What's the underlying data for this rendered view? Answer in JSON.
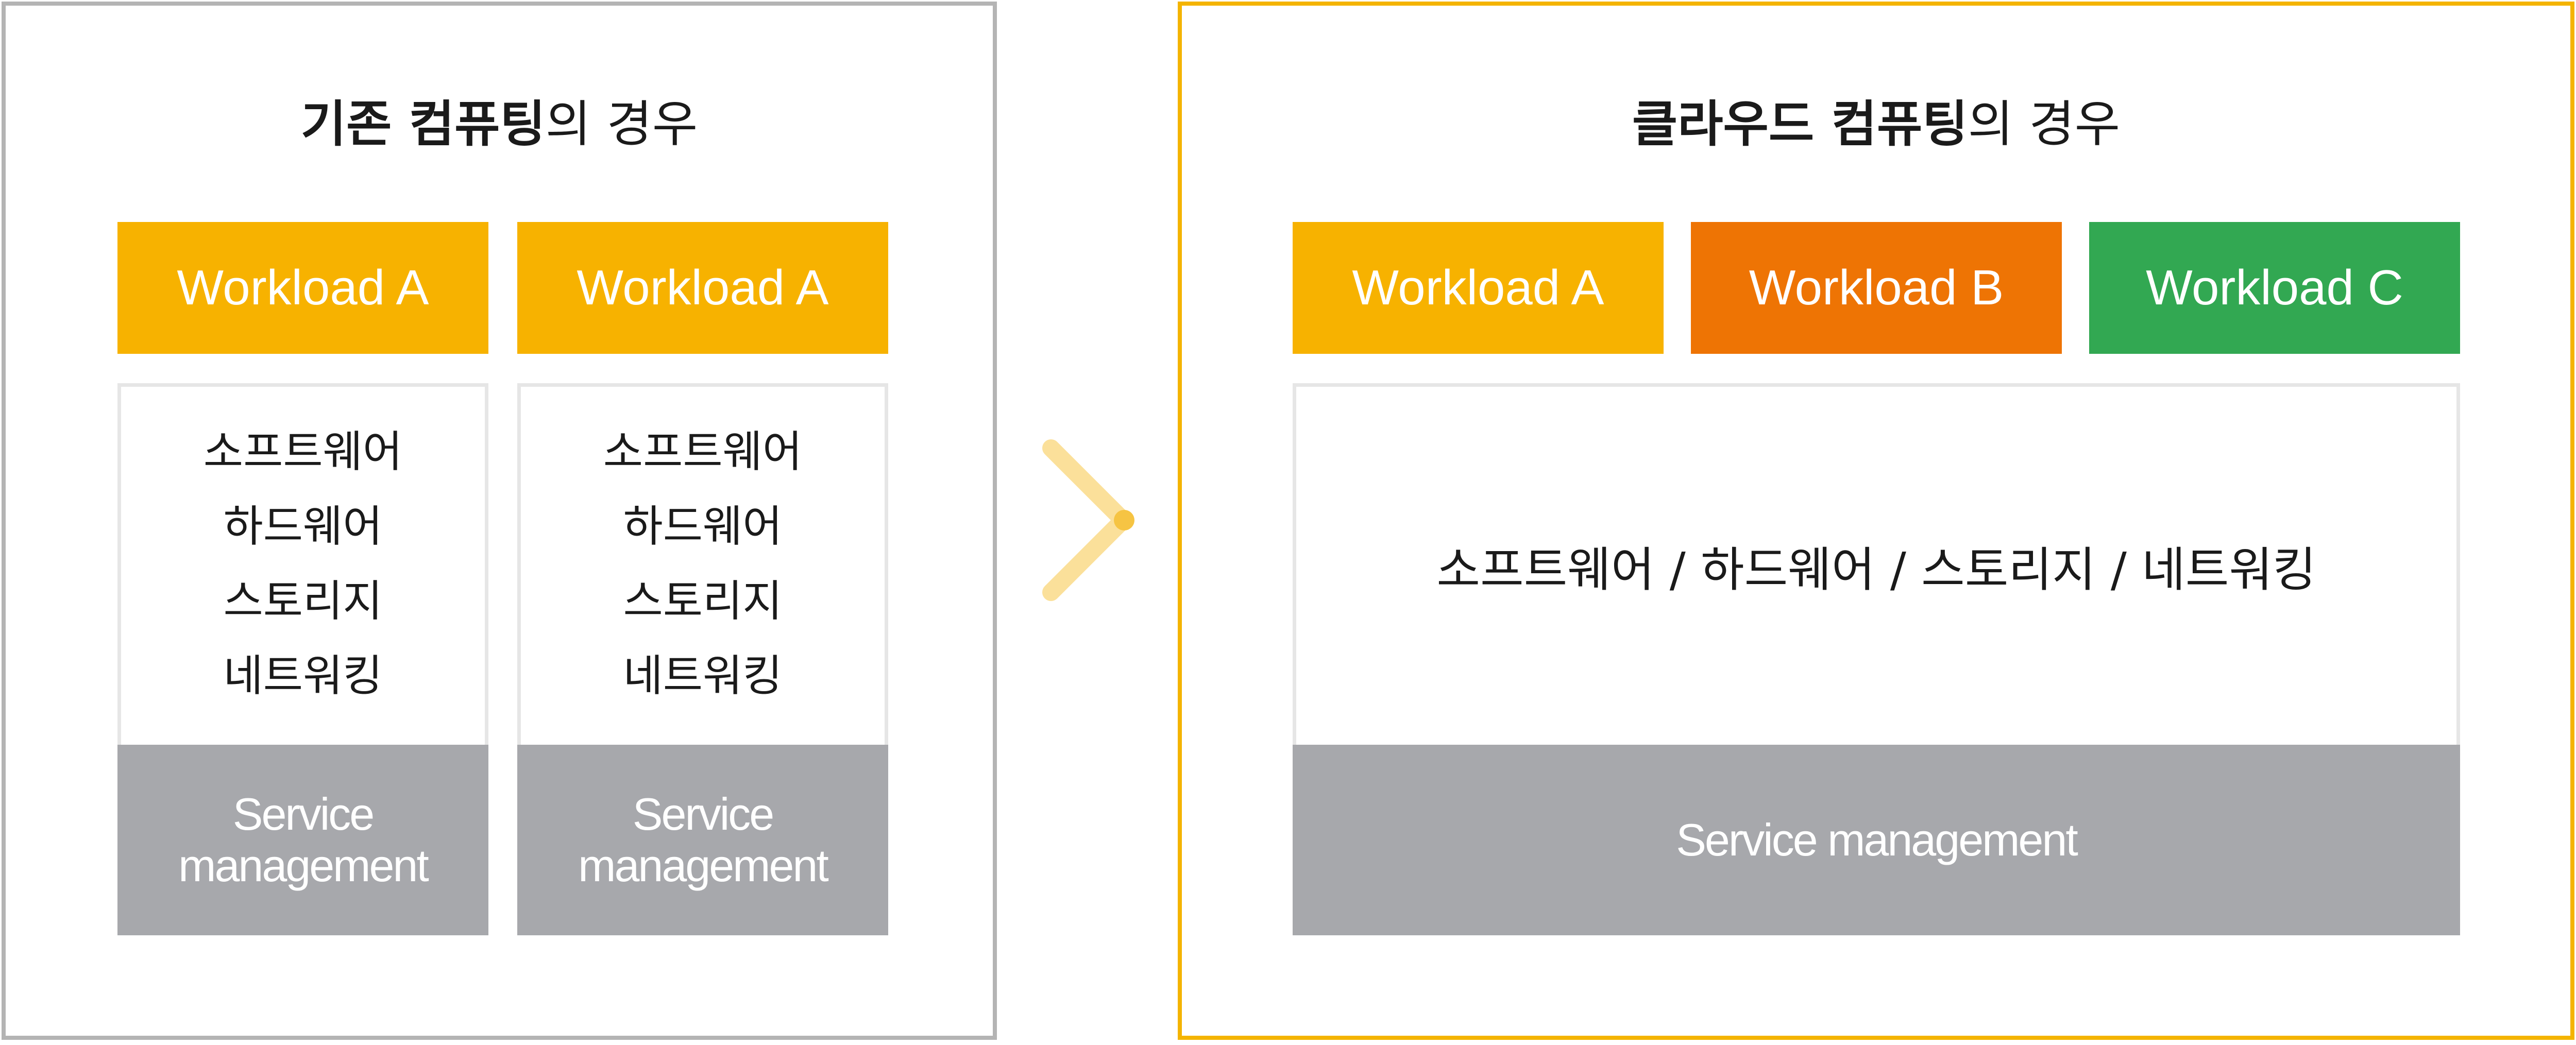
{
  "left_panel": {
    "title_bold": "기존 컴퓨팅",
    "title_rest": "의 경우",
    "columns": [
      {
        "workload": "Workload A",
        "stack": [
          "소프트웨어",
          "하드웨어",
          "스토리지",
          "네트워킹"
        ],
        "service_line1": "Service",
        "service_line2": "management"
      },
      {
        "workload": "Workload A",
        "stack": [
          "소프트웨어",
          "하드웨어",
          "스토리지",
          "네트워킹"
        ],
        "service_line1": "Service",
        "service_line2": "management"
      }
    ]
  },
  "right_panel": {
    "title_bold": "클라우드 컴퓨팅",
    "title_rest": "의 경우",
    "workloads": [
      "Workload A",
      "Workload B",
      "Workload C"
    ],
    "stack": "소프트웨어 / 하드웨어 / 스토리지 / 네트워킹",
    "service": "Service management"
  },
  "colors": {
    "workload_a": "#f7b200",
    "workload_b": "#ee7404",
    "workload_c": "#32a852",
    "service": "#a7a8ac",
    "left_border": "#b4b4b4",
    "right_border": "#f4b400",
    "arrow": "#fbe09a"
  },
  "icons": {
    "transition": "chevron-right-icon"
  }
}
